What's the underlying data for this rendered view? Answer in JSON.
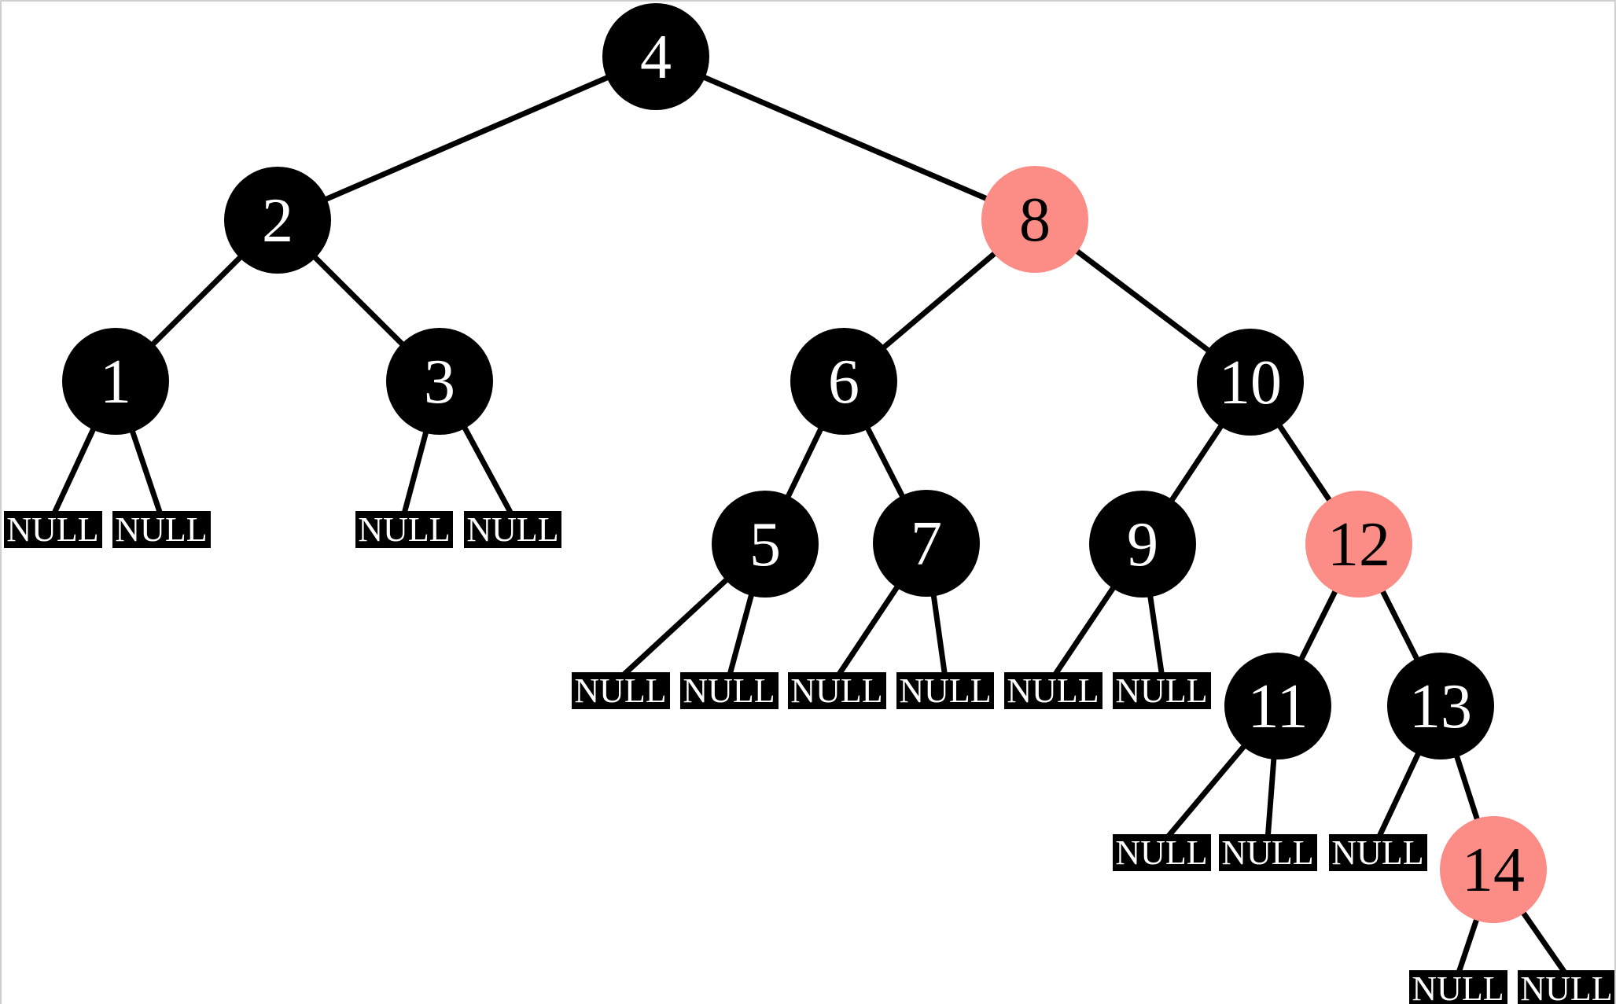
{
  "diagram": {
    "type": "red-black-tree",
    "null_label": "NULL",
    "colors": {
      "black_node": "#000000",
      "red_node": "#fb8c86",
      "edge": "#000000",
      "node_text_on_black": "#ffffff",
      "node_text_on_red": "#000000",
      "null_bg": "#000000",
      "null_text": "#ffffff",
      "background": "#ffffff",
      "border": "#cfcfcf"
    },
    "nodes": {
      "4": {
        "label": "4",
        "color": "black"
      },
      "2": {
        "label": "2",
        "color": "black"
      },
      "8": {
        "label": "8",
        "color": "red"
      },
      "1": {
        "label": "1",
        "color": "black"
      },
      "3": {
        "label": "3",
        "color": "black"
      },
      "6": {
        "label": "6",
        "color": "black"
      },
      "10": {
        "label": "10",
        "color": "black"
      },
      "5": {
        "label": "5",
        "color": "black"
      },
      "7": {
        "label": "7",
        "color": "black"
      },
      "9": {
        "label": "9",
        "color": "black"
      },
      "12": {
        "label": "12",
        "color": "red"
      },
      "11": {
        "label": "11",
        "color": "black"
      },
      "13": {
        "label": "13",
        "color": "black"
      },
      "14": {
        "label": "14",
        "color": "red"
      }
    },
    "tree": {
      "value": 4,
      "color": "black",
      "left": {
        "value": 2,
        "color": "black",
        "left": {
          "value": 1,
          "color": "black",
          "left": "NULL",
          "right": "NULL"
        },
        "right": {
          "value": 3,
          "color": "black",
          "left": "NULL",
          "right": "NULL"
        }
      },
      "right": {
        "value": 8,
        "color": "red",
        "left": {
          "value": 6,
          "color": "black",
          "left": {
            "value": 5,
            "color": "black",
            "left": "NULL",
            "right": "NULL"
          },
          "right": {
            "value": 7,
            "color": "black",
            "left": "NULL",
            "right": "NULL"
          }
        },
        "right": {
          "value": 10,
          "color": "black",
          "left": {
            "value": 9,
            "color": "black",
            "left": "NULL",
            "right": "NULL"
          },
          "right": {
            "value": 12,
            "color": "red",
            "left": {
              "value": 11,
              "color": "black",
              "left": "NULL",
              "right": "NULL"
            },
            "right": {
              "value": 13,
              "color": "black",
              "left": "NULL",
              "right": {
                "value": 14,
                "color": "red",
                "left": "NULL",
                "right": "NULL"
              }
            }
          }
        }
      }
    }
  }
}
